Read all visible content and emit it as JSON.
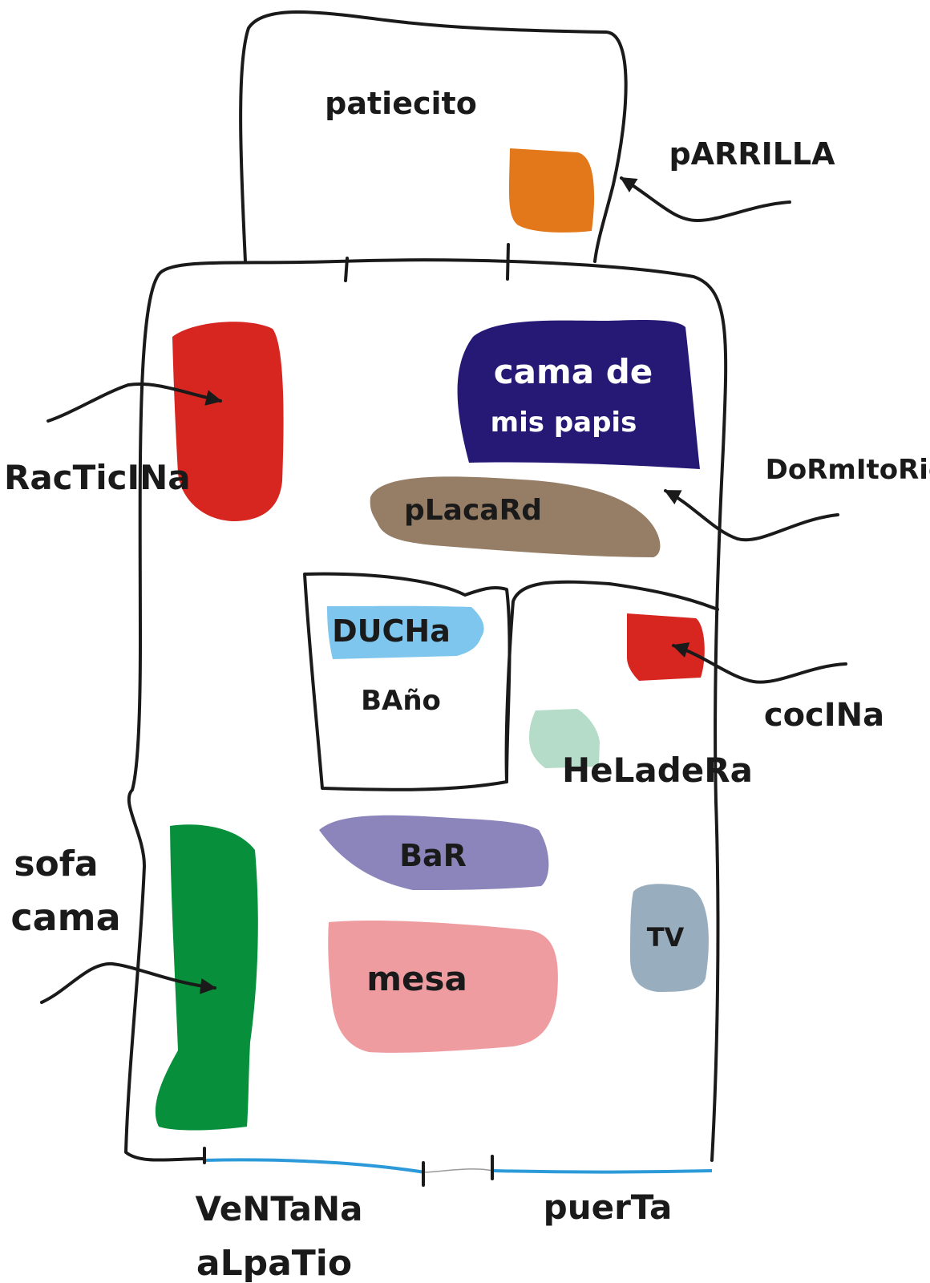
{
  "colors": {
    "parrilla": "#e2781a",
    "racticina": "#d7261f",
    "cama_padres": "#261875",
    "placard": "#957d66",
    "ducha": "#7ec6ee",
    "cocina": "#d7261f",
    "heladera": "#b5dcc8",
    "sofa_cama": "#078f3c",
    "bar": "#8c85bc",
    "mesa": "#ef9ca1",
    "tv": "#98aebf",
    "ventana": "#2c9ad9",
    "puerta": "#2c9ad9",
    "wall": "#1a1a1a"
  },
  "labels": {
    "patiecito": "patiecito",
    "parrilla": "pARRILLA",
    "racticina": "RacTicINa",
    "cama_line1": "cama de",
    "cama_line2": "mis papis",
    "dormitorio": "DoRmItoRio",
    "placard": "pLacaRd",
    "ducha": "DUCHa",
    "bano": "BAño",
    "cocina": "cocINa",
    "heladera": "HeLadeRa",
    "sofa_line1": "sofa",
    "sofa_line2": "cama",
    "bar": "BaR",
    "tv": "TV",
    "mesa": "mesa",
    "ventana_line1": "VeNTaNa",
    "ventana_line2": "aLpaTio",
    "puerta": "puerTa"
  },
  "icons": [
    "arrow-icon"
  ]
}
